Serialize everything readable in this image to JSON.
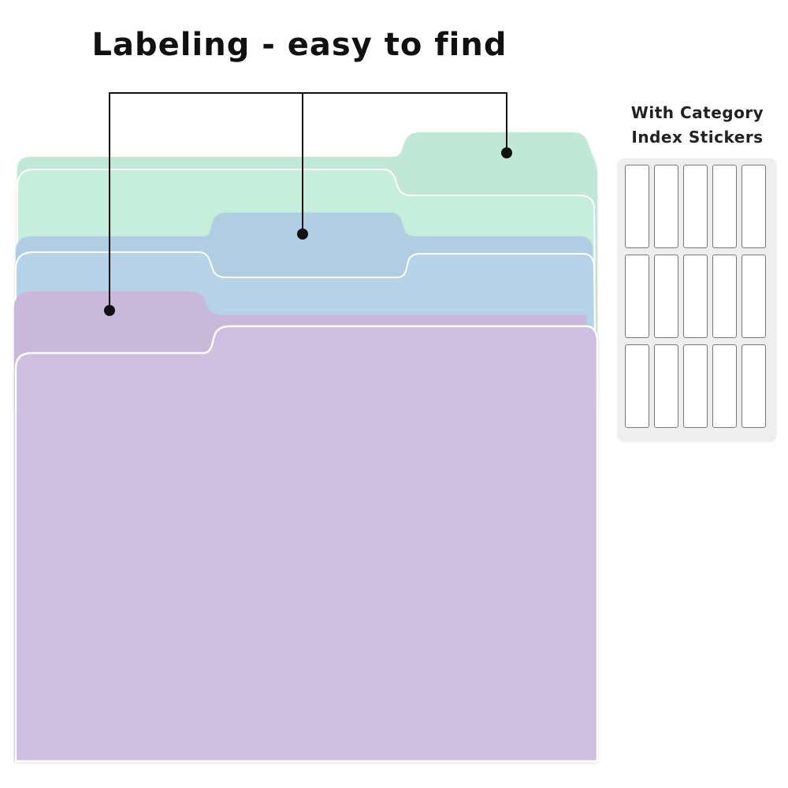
{
  "headline": "Labeling - easy to find",
  "sticker_panel": {
    "title_line1": "With Category",
    "title_line2": "Index Stickers",
    "rows": 3,
    "columns": 5
  },
  "colors": {
    "green_folder": "#c5eedd",
    "blue_folder": "#b7d3ea",
    "purple_folder": "#cfbee0",
    "callout_line": "#111111"
  },
  "folders": [
    {
      "color_name": "green",
      "icon": "file-folder-icon"
    },
    {
      "color_name": "blue",
      "icon": "file-folder-icon"
    },
    {
      "color_name": "purple",
      "icon": "file-folder-icon"
    }
  ]
}
